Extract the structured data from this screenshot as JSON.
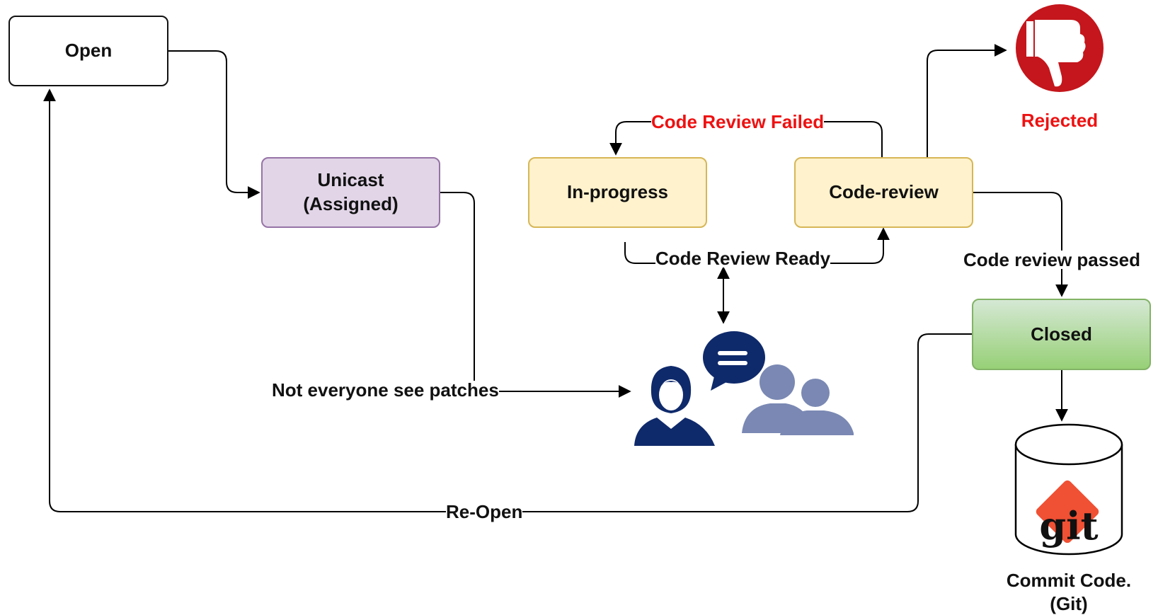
{
  "nodes": {
    "open": "Open",
    "unicast_line1": "Unicast",
    "unicast_line2": "(Assigned)",
    "in_progress": "In-progress",
    "code_review": "Code-review",
    "closed": "Closed",
    "rejected": "Rejected",
    "commit_line1": "Commit Code.",
    "commit_line2": "(Git)"
  },
  "edges": {
    "code_review_failed": "Code Review Failed",
    "code_review_ready": "Code Review Ready",
    "code_review_passed": "Code review passed",
    "not_everyone": "Not everyone see patches",
    "re_open": "Re-Open"
  },
  "icons": {
    "git_logo_text": "git"
  },
  "colors": {
    "open_fill": "#ffffff",
    "unicast_fill": "#e1d5e7",
    "unicast_border": "#9673a6",
    "progress_fill": "#fff2cc",
    "progress_border": "#d6b656",
    "closed_fill": "#d5e8d4",
    "closed_border": "#82b366",
    "rejected_red": "#c4161c",
    "failed_text": "#ee1111",
    "people_dark": "#0f2a6b",
    "people_light": "#7a88b3",
    "git_orange": "#f05033"
  }
}
